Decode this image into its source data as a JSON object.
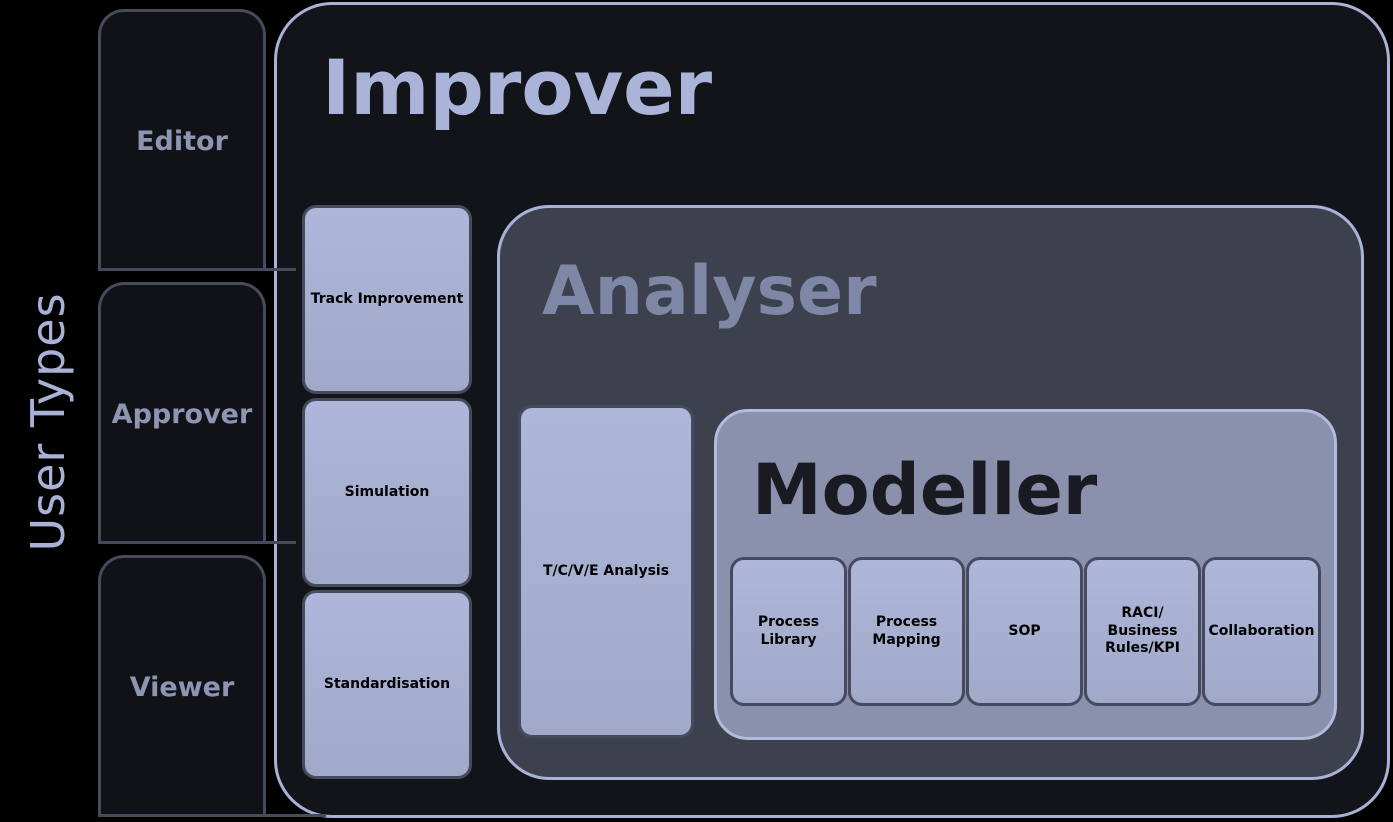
{
  "axis_label": "User Types",
  "user_types": [
    "Editor",
    "Approver",
    "Viewer"
  ],
  "improver": {
    "title": "Improver",
    "features": [
      "Track Improvement",
      "Simulation",
      "Standardisation"
    ]
  },
  "analyser": {
    "title": "Analyser",
    "features": [
      "T/C/V/E Analysis"
    ]
  },
  "modeller": {
    "title": "Modeller",
    "features": [
      "Process Library",
      "Process Mapping",
      "SOP",
      "RACI/ Business Rules/KPI",
      "Collaboration"
    ]
  },
  "colors": {
    "background": "#000000",
    "improver_fill": "#131419",
    "analyser_fill": "#3d404d",
    "modeller_fill": "#8b91ac",
    "box_fill": "#a9b2d6",
    "outline": "#a9b2d6",
    "tab_border": "#454a5c"
  }
}
